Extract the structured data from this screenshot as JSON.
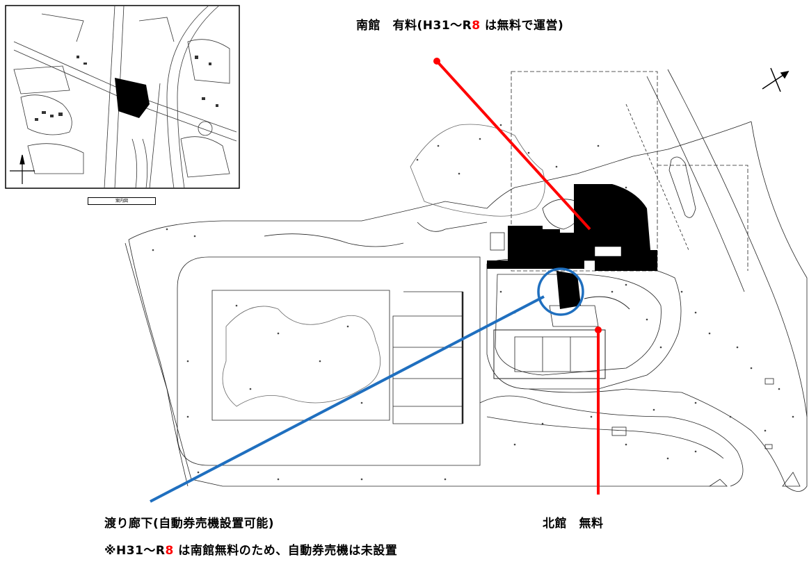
{
  "labels": {
    "south_building": {
      "prefix": "南館　有料(H31～R",
      "highlight": "8",
      "suffix": " は無料で運営)"
    },
    "bridge": "渡り廊下(自動券売機設置可能)",
    "north_building": "北館　無料",
    "note": {
      "prefix": "※H31～R",
      "highlight": "8",
      "suffix": " は南館無料のため、自動券売機は未設置"
    }
  },
  "inset_map": {
    "caption": "案内図"
  },
  "colors": {
    "south_pointer": "#ff0000",
    "north_pointer": "#ff0000",
    "bridge_pointer": "#1f6fbf",
    "highlight_text": "#ff0000",
    "building_fill": "#000000"
  },
  "icons": [
    "north-arrow-icon",
    "inset-north-arrow-icon"
  ]
}
